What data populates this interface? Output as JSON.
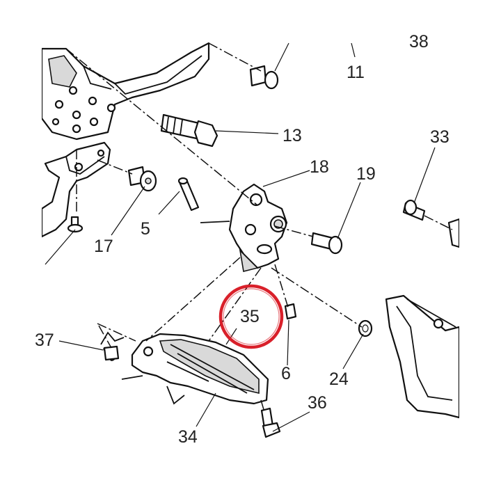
{
  "labels": {
    "l11": "11",
    "l38": "38",
    "l13": "13",
    "l33": "33",
    "l18": "18",
    "l19": "19",
    "l17": "17",
    "l5": "5",
    "l35": "35",
    "l37": "37",
    "l6": "6",
    "l24": "24",
    "l36": "36",
    "l34": "34"
  },
  "colors": {
    "highlight_ring": "#d9202a",
    "ink": "#111111"
  }
}
